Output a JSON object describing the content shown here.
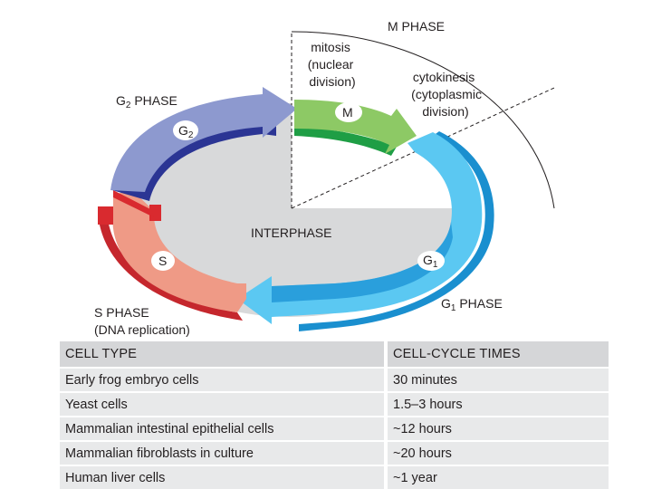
{
  "diagram": {
    "m_phase_title": "M PHASE",
    "mitosis": [
      "mitosis",
      "(nuclear",
      "division)"
    ],
    "cytokinesis": [
      "cytokinesis",
      "(cytoplasmic",
      "division)"
    ],
    "m_arrow_label": "M",
    "g2_phase_label": {
      "main": "G",
      "sub": "2",
      "rest": " PHASE"
    },
    "g2_arrow_label": {
      "main": "G",
      "sub": "2"
    },
    "interphase_label": "INTERPHASE",
    "s_arrow_label": "S",
    "g1_arrow_label": {
      "main": "G",
      "sub": "1"
    },
    "s_phase_label": [
      "S PHASE",
      "(DNA replication)"
    ],
    "g1_phase_label": {
      "main": "G",
      "sub": "1",
      "rest": " PHASE"
    },
    "colors": {
      "g1": "#5bc8f2",
      "s": "#ef9a86",
      "g2": "#8d99cf",
      "m": "#8dc965",
      "interphase_fill": "#d8d9da"
    }
  },
  "table": {
    "headers": [
      "CELL TYPE",
      "CELL-CYCLE TIMES"
    ],
    "rows": [
      [
        "Early frog embryo cells",
        "30 minutes"
      ],
      [
        "Yeast cells",
        "1.5–3 hours"
      ],
      [
        "Mammalian intestinal epithelial cells",
        "~12 hours"
      ],
      [
        "Mammalian fibroblasts in culture",
        "~20 hours"
      ],
      [
        "Human liver cells",
        "~1 year"
      ]
    ]
  }
}
